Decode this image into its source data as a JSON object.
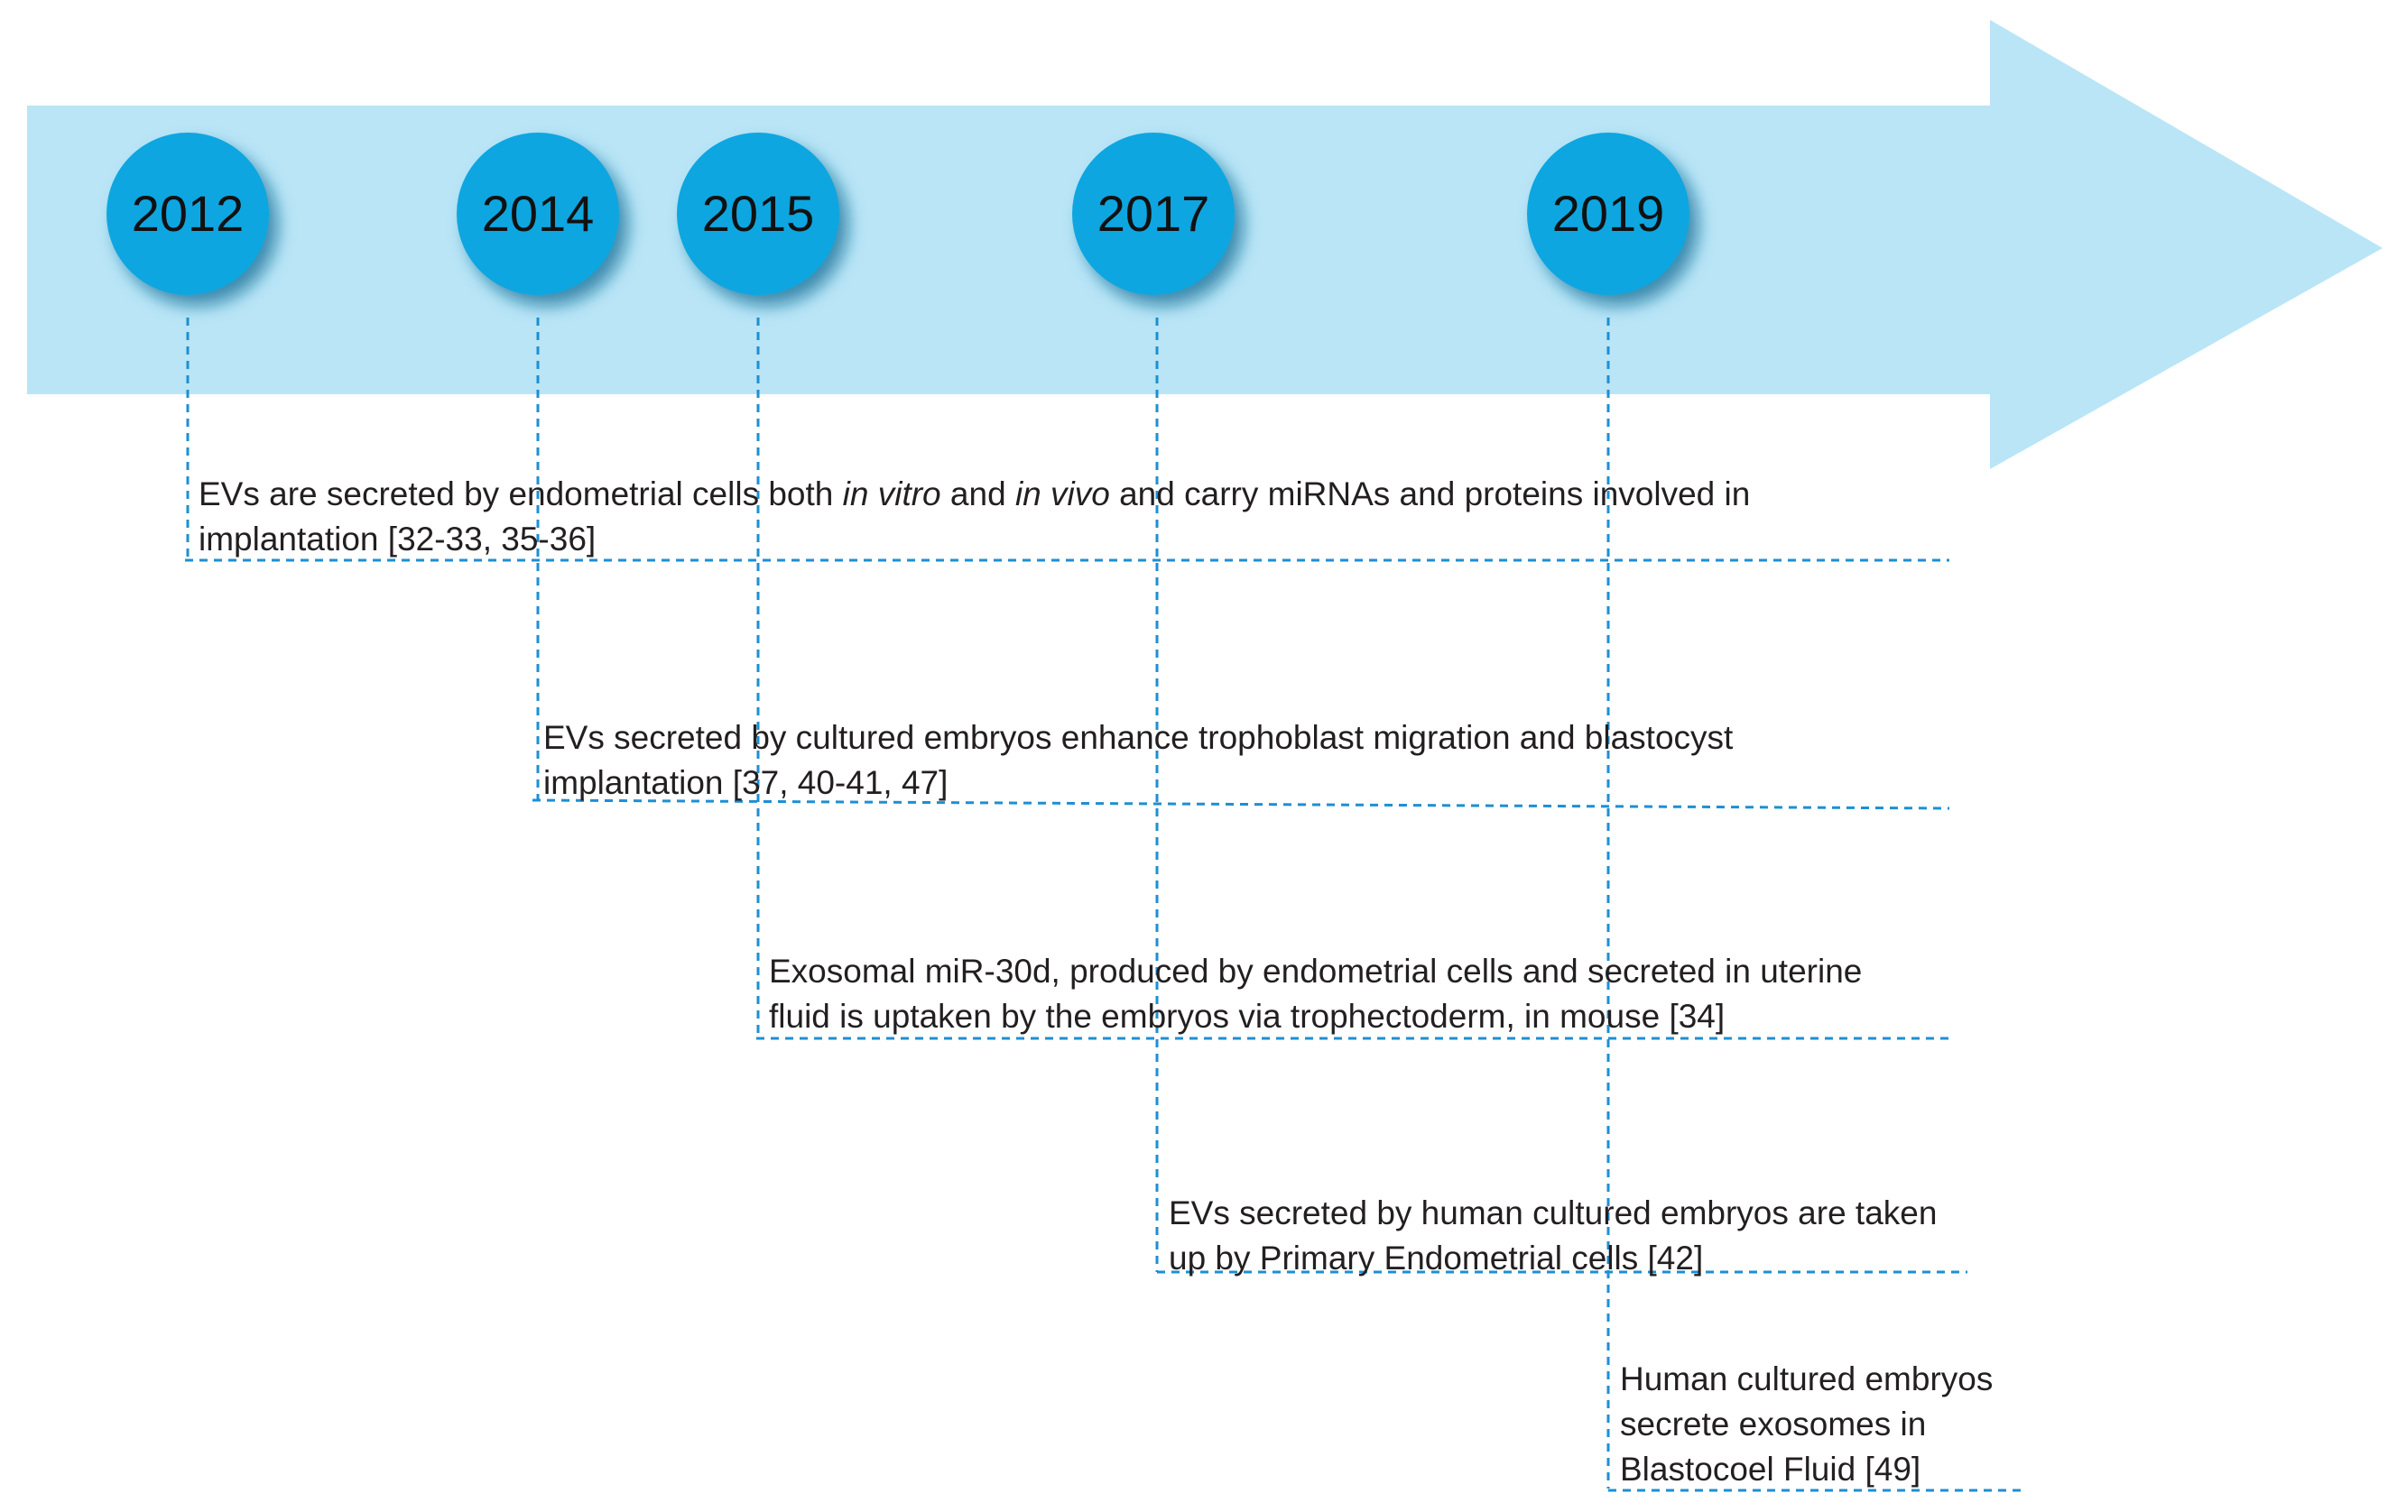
{
  "colors": {
    "arrow": "#b9e5f7",
    "circle": "#0aa6e0",
    "circle_shadow": "#0a6e98",
    "dashed_line": "#1e8fd2",
    "text": "#231f20"
  },
  "years": [
    "2012",
    "2014",
    "2015",
    "2017",
    "2019"
  ],
  "events": [
    {
      "year": "2012",
      "text_a": "EVs are secreted by endometrial cells both ",
      "italic_a": "in vitro",
      "text_b": " and ",
      "italic_b": "in vivo",
      "text_c": "  and carry miRNAs and proteins involved in",
      "line2": "implantation [32-33, 35-36]"
    },
    {
      "year": "2014",
      "line1": "EVs secreted by cultured embryos enhance trophoblast migration and blastocyst",
      "line2": "implantation [37, 40-41, 47]"
    },
    {
      "year": "2015",
      "line1": "Exosomal miR-30d, produced by endometrial cells and secreted in uterine",
      "line2": "fluid is uptaken by the embryos via trophectoderm, in mouse [34]"
    },
    {
      "year": "2017",
      "line1": "EVs secreted by human cultured embryos are taken",
      "line2": "up by Primary Endometrial cells [42]"
    },
    {
      "year": "2019",
      "line1": "Human cultured embryos",
      "line2": "secrete exosomes in",
      "line3": "Blastocoel Fluid [49]"
    }
  ]
}
